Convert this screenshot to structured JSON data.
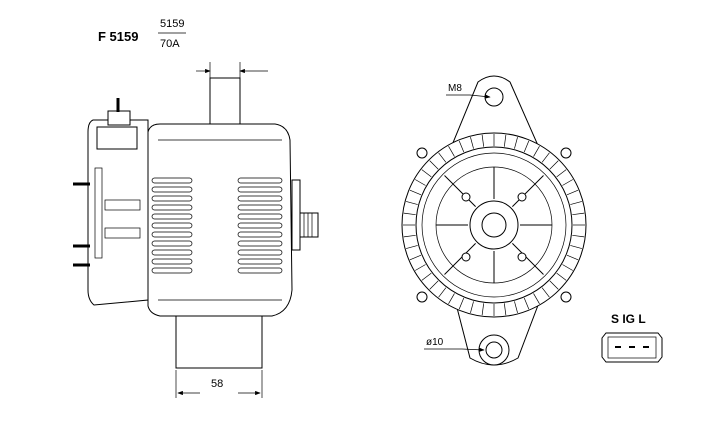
{
  "header": {
    "model": "F 5159",
    "fraction_top": "5159",
    "fraction_bottom": "70A"
  },
  "dimensions": {
    "width_label": "58",
    "thread_label": "M8",
    "hole_label": "ø10"
  },
  "connector": {
    "pins_label": "S IG L"
  }
}
